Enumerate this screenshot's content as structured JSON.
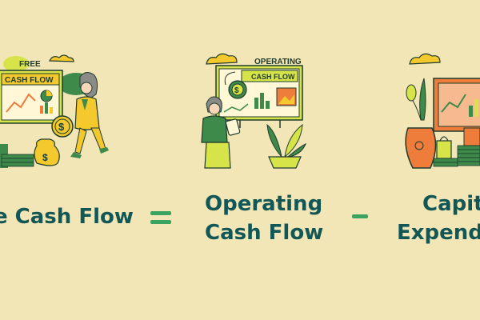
{
  "colors": {
    "background": "#f2e6b6",
    "text": "#125656",
    "operator": "#3aa35f",
    "yellow_green": "#d6e44a",
    "leaf_green": "#3d8a4b",
    "coin_yellow": "#f3c92d",
    "orange": "#ee7c3b"
  },
  "left_panel": {
    "sign_label": "FREE",
    "board_title": "CASH FLOW",
    "coin_symbol": "$",
    "bag_symbol": "$"
  },
  "middle_panel": {
    "sign_label": "OPERATING",
    "board_title": "CASH FLOW",
    "coin_symbol": "$"
  },
  "formula": {
    "term1": "e Cash Flow",
    "operator1": "=",
    "term2_line1": "Operating",
    "term2_line2": "Cash Flow",
    "operator2": "−",
    "term3_line1": "Capit",
    "term3_line2": "Expendi"
  }
}
